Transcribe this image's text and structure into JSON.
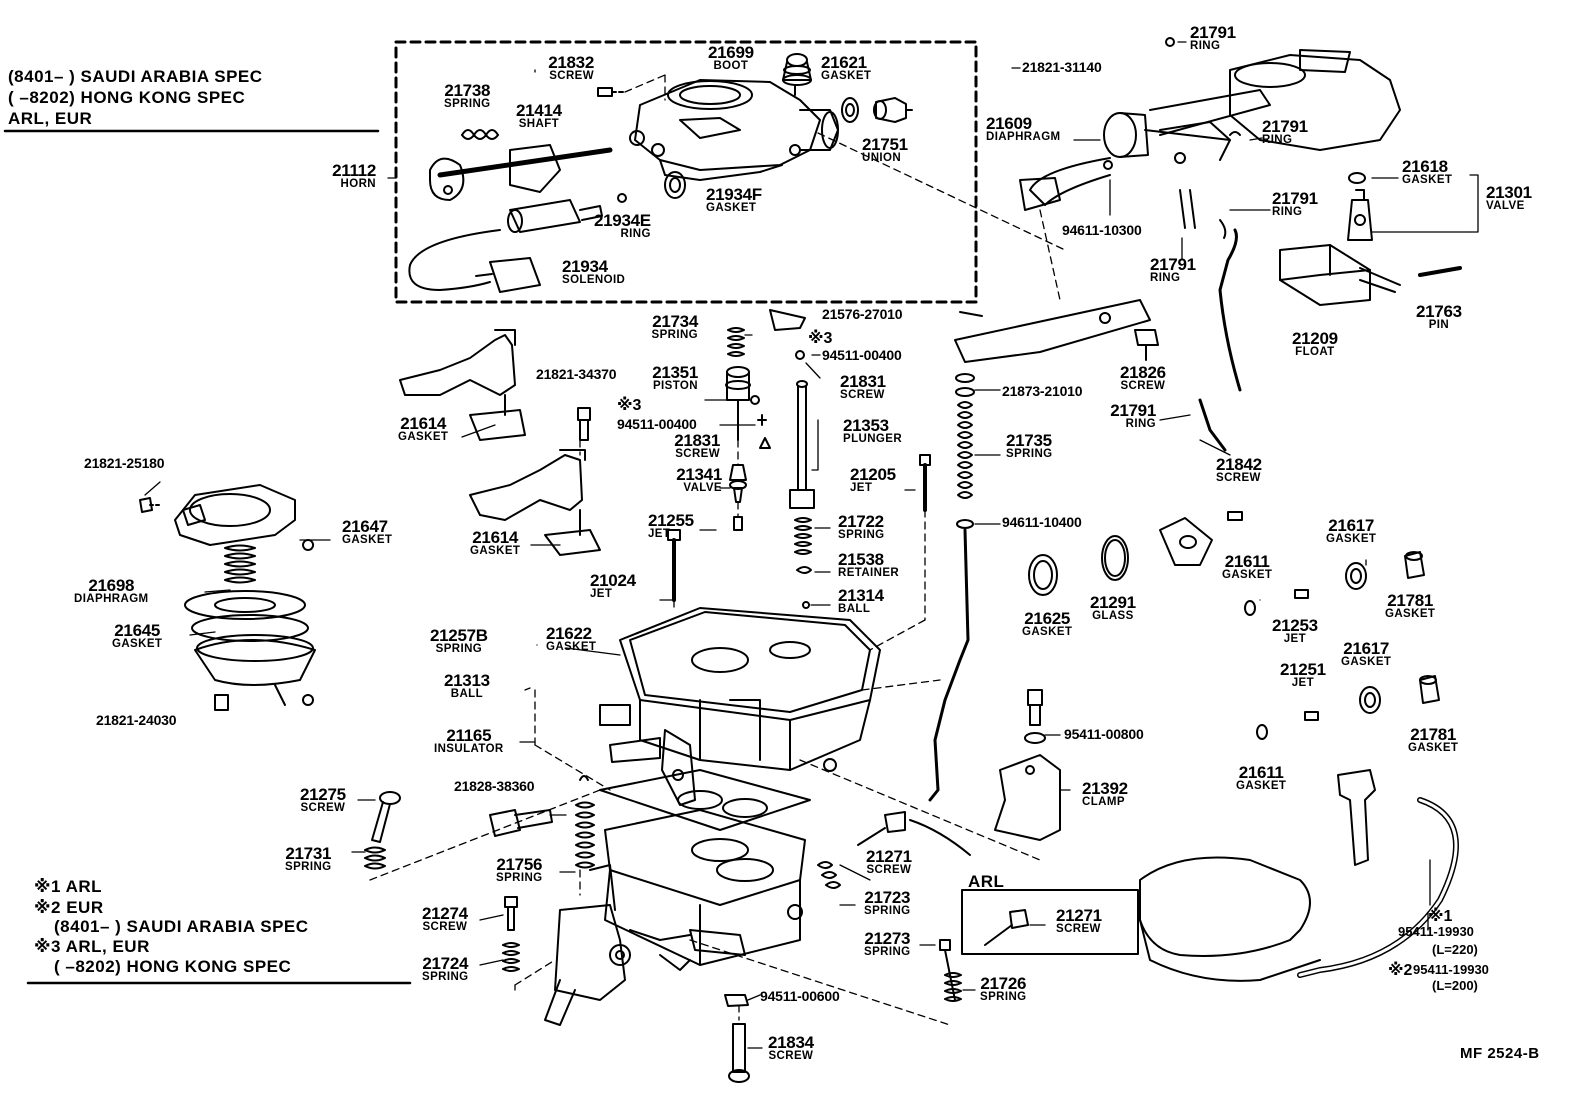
{
  "header_notes": {
    "line1": "(8401–      ) SAUDI  ARABIA  SPEC",
    "line2": "(        –8202) HONG  KONG  SPEC",
    "line3": "ARL, EUR"
  },
  "footnotes": {
    "n1": "※1 ARL",
    "n2": "※2 EUR",
    "n2b": "(8401–        ) SAUDI  ARABIA  SPEC",
    "n3": "※3 ARL, EUR",
    "n3b": "(        –8202) HONG  KONG  SPEC"
  },
  "drawing_code": "MF  2524-B",
  "inset_title": "ARL",
  "markers": {
    "m3a": "※3",
    "m3b": "※3"
  },
  "parts": [
    {
      "id": "21832",
      "name": "SCREW"
    },
    {
      "id": "21699",
      "name": "BOOT"
    },
    {
      "id": "21621",
      "name": "GASKET"
    },
    {
      "id": "21738",
      "name": "SPRING"
    },
    {
      "id": "21414",
      "name": "SHAFT"
    },
    {
      "id": "21112",
      "name": "HORN"
    },
    {
      "id": "21751",
      "name": "UNION"
    },
    {
      "id": "21934F",
      "name": "GASKET"
    },
    {
      "id": "21934E",
      "name": "RING"
    },
    {
      "id": "21934",
      "name": "SOLENOID"
    },
    {
      "id": "21791",
      "name": "RING"
    },
    {
      "id": "21609",
      "name": "DIAPHRAGM"
    },
    {
      "id": "21791",
      "name": "RING"
    },
    {
      "id": "21618",
      "name": "GASKET"
    },
    {
      "id": "21301",
      "name": "VALVE"
    },
    {
      "id": "21791",
      "name": "RING"
    },
    {
      "id": "21791",
      "name": "RING"
    },
    {
      "id": "21209",
      "name": "FLOAT"
    },
    {
      "id": "21763",
      "name": "PIN"
    },
    {
      "id": "21734",
      "name": "SPRING"
    },
    {
      "id": "21351",
      "name": "PISTON"
    },
    {
      "id": "21831",
      "name": "SCREW"
    },
    {
      "id": "21831",
      "name": "SCREW"
    },
    {
      "id": "21341",
      "name": "VALVE"
    },
    {
      "id": "21353",
      "name": "PLUNGER"
    },
    {
      "id": "21826",
      "name": "SCREW"
    },
    {
      "id": "21791",
      "name": "RING"
    },
    {
      "id": "21614",
      "name": "GASKET"
    },
    {
      "id": "21614",
      "name": "GASKET"
    },
    {
      "id": "21735",
      "name": "SPRING"
    },
    {
      "id": "21842",
      "name": "SCREW"
    },
    {
      "id": "21205",
      "name": "JET"
    },
    {
      "id": "21255",
      "name": "JET"
    },
    {
      "id": "21722",
      "name": "SPRING"
    },
    {
      "id": "21538",
      "name": "RETAINER"
    },
    {
      "id": "21024",
      "name": "JET"
    },
    {
      "id": "21314",
      "name": "BALL"
    },
    {
      "id": "21647",
      "name": "GASKET"
    },
    {
      "id": "21698",
      "name": "DIAPHRAGM"
    },
    {
      "id": "21645",
      "name": "GASKET"
    },
    {
      "id": "21257B",
      "name": "SPRING"
    },
    {
      "id": "21622",
      "name": "GASKET"
    },
    {
      "id": "21313",
      "name": "BALL"
    },
    {
      "id": "21165",
      "name": "INSULATOR"
    },
    {
      "id": "21625",
      "name": "GASKET"
    },
    {
      "id": "21291",
      "name": "GLASS"
    },
    {
      "id": "21611",
      "name": "GASKET"
    },
    {
      "id": "21253",
      "name": "JET"
    },
    {
      "id": "21617",
      "name": "GASKET"
    },
    {
      "id": "21781",
      "name": "GASKET"
    },
    {
      "id": "21617",
      "name": "GASKET"
    },
    {
      "id": "21251",
      "name": "JET"
    },
    {
      "id": "21781",
      "name": "GASKET"
    },
    {
      "id": "21611",
      "name": "GASKET"
    },
    {
      "id": "21392",
      "name": "CLAMP"
    },
    {
      "id": "21275",
      "name": "SCREW"
    },
    {
      "id": "21731",
      "name": "SPRING"
    },
    {
      "id": "21756",
      "name": "SPRING"
    },
    {
      "id": "21271",
      "name": "SCREW"
    },
    {
      "id": "21723",
      "name": "SPRING"
    },
    {
      "id": "21271",
      "name": "SCREW"
    },
    {
      "id": "21274",
      "name": "SCREW"
    },
    {
      "id": "21724",
      "name": "SPRING"
    },
    {
      "id": "21273",
      "name": "SPRING"
    },
    {
      "id": "21726",
      "name": "SPRING"
    },
    {
      "id": "21834",
      "name": "SCREW"
    }
  ],
  "part_numbers": [
    "21821-31140",
    "94611-10300",
    "21576-27010",
    "94511-00400",
    "21821-34370",
    "94511-00400",
    "21873-21010",
    "21821-25180",
    "94611-10400",
    "21821-24030",
    "21828-38360",
    "95411-00800",
    "94511-00600"
  ],
  "hose": {
    "mark1": "※1",
    "pn1": "95411-19930",
    "len1": "(L=220)",
    "mark2": "※2",
    "pn2": "95411-19930",
    "len2": "(L=200)"
  }
}
